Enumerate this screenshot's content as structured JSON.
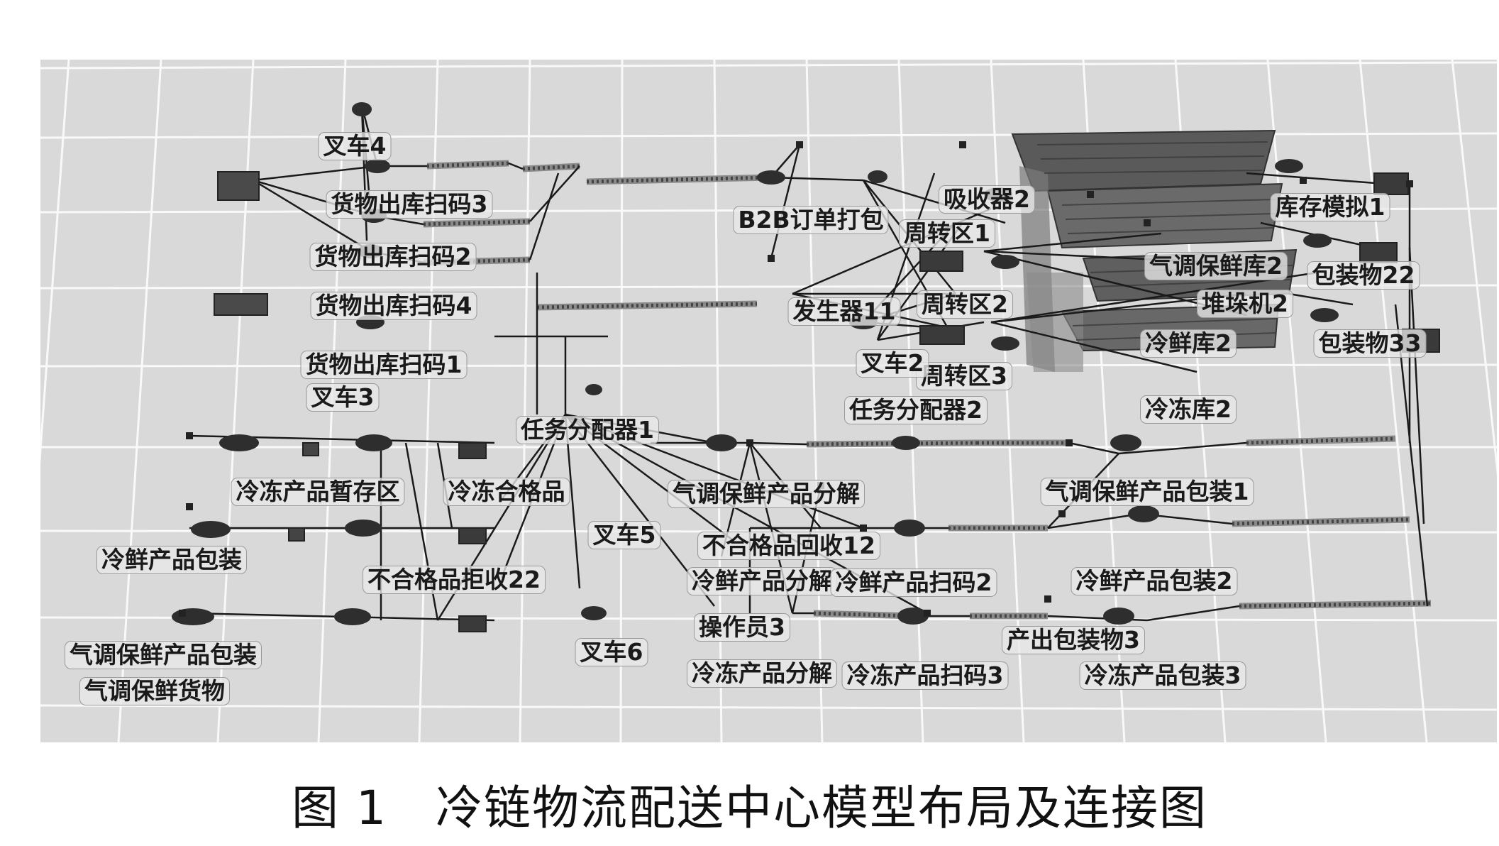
{
  "caption": "图 1　冷链物流配送中心模型布局及连接图",
  "labels": {
    "forklift4": "叉车4",
    "out_scan3": "货物出库扫码3",
    "out_scan2": "货物出库扫码2",
    "out_scan4": "货物出库扫码4",
    "out_scan1": "货物出库扫码1",
    "forklift3": "叉车3",
    "b2b_pack": "B2B订单打包",
    "absorber2": "吸收器2",
    "turnover1": "周转区1",
    "turnover2": "周转区2",
    "turnover3": "周转区3",
    "inventory_model1": "库存模拟1",
    "ca_storage2": "气调保鲜库2",
    "package22": "包装物22",
    "stacker2": "堆垛机2",
    "chill_storage2": "冷鲜库2",
    "package33": "包装物33",
    "generator11": "发生器11",
    "forklift2": "叉车2",
    "task_alloc2": "任务分配器2",
    "frozen_storage2": "冷冻库2",
    "task_alloc1": "任务分配器1",
    "frozen_temp": "冷冻产品暂存区",
    "frozen_ok": "冷冻合格品",
    "ca_decomp": "气调保鲜产品分解",
    "ca_pack1": "气调保鲜产品包装1",
    "forklift5": "叉车5",
    "nonconf_recycle12": "不合格品回收12",
    "chill_pack_left": "冷鲜产品包装",
    "nonconf_reject22": "不合格品拒收22",
    "chill_decomp": "冷鲜产品分解",
    "chill_scan2": "冷鲜产品扫码2",
    "chill_pack2": "冷鲜产品包装2",
    "ca_pack_left": "气调保鲜产品包装",
    "ca_goods": "气调保鲜货物",
    "forklift6": "叉车6",
    "operator3": "操作员3",
    "out_package3": "产出包装物3",
    "frozen_decomp": "冷冻产品分解",
    "frozen_scan3": "冷冻产品扫码3",
    "frozen_pack3": "冷冻产品包装3"
  }
}
